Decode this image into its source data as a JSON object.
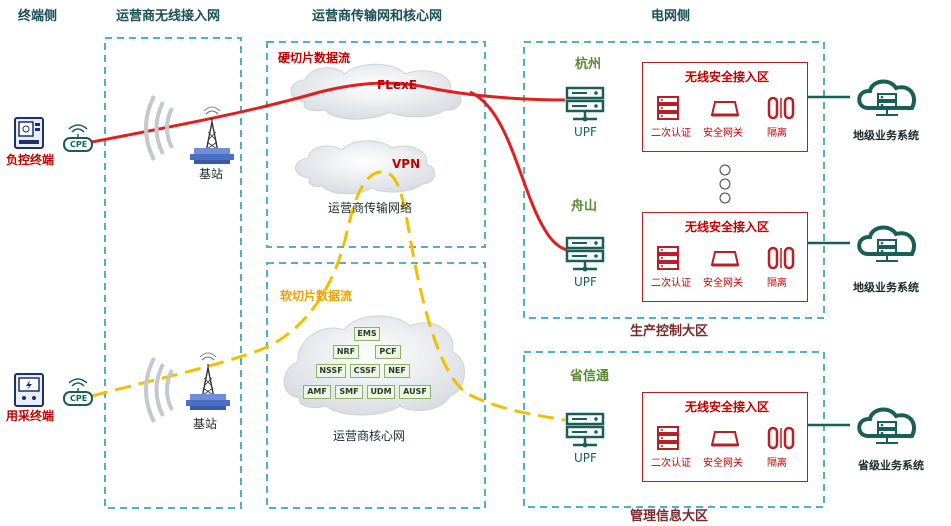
{
  "headers": {
    "terminal": "终端侧",
    "wireless_access": "运营商无线接入网",
    "transport_core": "运营商传输网和核心网",
    "grid": "电网侧"
  },
  "terminals": [
    {
      "label": "负控终端",
      "cpe": "CPE"
    },
    {
      "label": "用采终端",
      "cpe": "CPE"
    }
  ],
  "base_station": {
    "label": "基站"
  },
  "hard_slice": {
    "title": "硬切片数据流",
    "flexe": "FLexE",
    "vpn": "VPN",
    "transport_label": "运营商传输网络"
  },
  "soft_slice": {
    "title": "软切片数据流",
    "core_label": "运营商核心网",
    "nf_rows": [
      [
        "EMS"
      ],
      [
        "NRF",
        "PCF"
      ],
      [
        "NSSF",
        "CSSF",
        "NEF"
      ],
      [
        "AMF",
        "SMF",
        "UDM",
        "AUSF"
      ]
    ]
  },
  "sites": [
    {
      "city": "杭州",
      "upf": "UPF",
      "zone": "无线安全接入区",
      "items": [
        "二次认证",
        "安全网关",
        "隔离"
      ],
      "system": "地级业务系统"
    },
    {
      "city": "舟山",
      "upf": "UPF",
      "zone": "无线安全接入区",
      "items": [
        "二次认证",
        "安全网关",
        "隔离"
      ],
      "system": "地级业务系统"
    },
    {
      "city": "省信通",
      "upf": "UPF",
      "zone": "无线安全接入区",
      "items": [
        "二次认证",
        "安全网关",
        "隔离"
      ],
      "system": "省级业务系统"
    }
  ],
  "regions": {
    "production": "生产控制大区",
    "management": "管理信息大区"
  },
  "colors": {
    "hard_slice": "#e02020",
    "soft_slice": "#f0c000",
    "dashed_border": "#4fb0c6",
    "equipment": "#1a5e58"
  }
}
